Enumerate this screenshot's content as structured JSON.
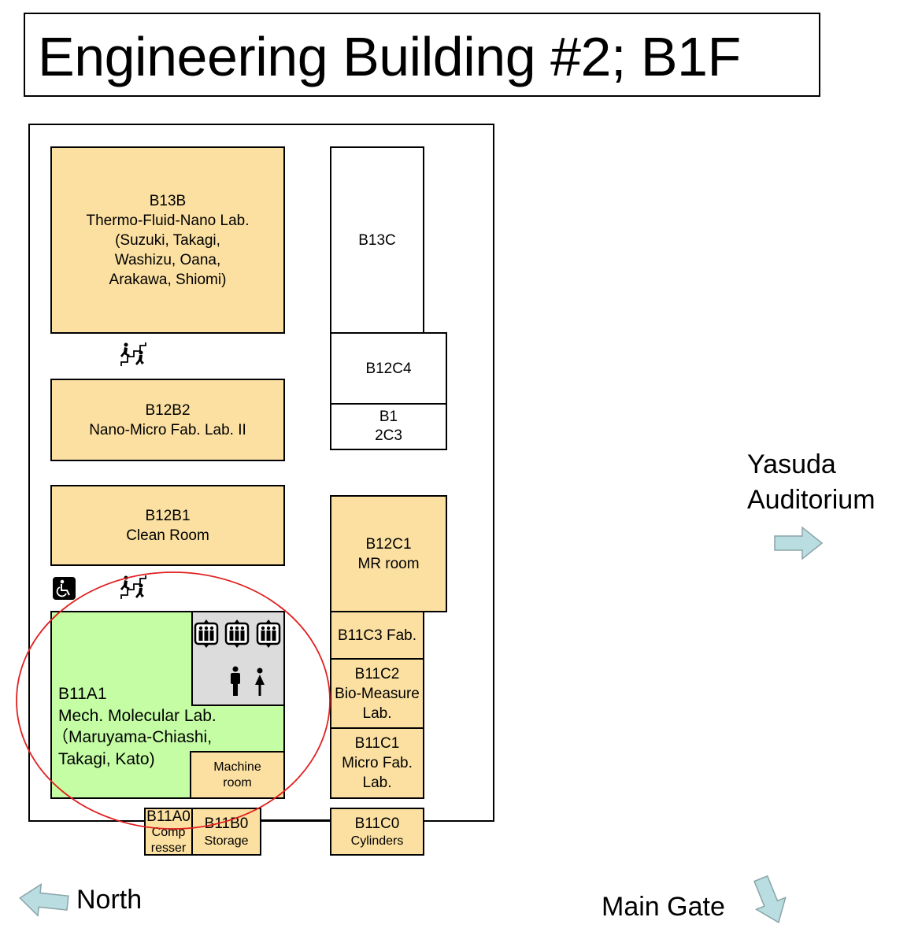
{
  "title": "Engineering Building #2; B1F",
  "colors": {
    "lab_fill": "#fbe0a1",
    "highlight_fill": "#c4fda4",
    "service_fill": "#dcdcdc",
    "highlight_circle": "#e02020",
    "arrow_fill": "#b9dde0"
  },
  "rooms": {
    "b13b": {
      "id": "B13B",
      "lines": [
        "Thermo-Fluid-Nano Lab.",
        "(Suzuki, Takagi,",
        "Washizu, Oana,",
        "Arakawa, Shiomi)"
      ]
    },
    "b13c": {
      "id": "B13C"
    },
    "b12c4": {
      "id": "B12C4"
    },
    "b12c3": {
      "lines": [
        "B1",
        "2C3"
      ]
    },
    "b12b2": {
      "id": "B12B2",
      "lines": [
        "Nano-Micro Fab. Lab. II"
      ]
    },
    "b12b1": {
      "id": "B12B1",
      "lines": [
        "Clean Room"
      ]
    },
    "b12c1": {
      "id": "B12C1",
      "lines": [
        "MR room"
      ]
    },
    "b11a1": {
      "id": "B11A1",
      "lines": [
        "Mech. Molecular Lab.",
        "（Maruyama-Chiashi,",
        "Takagi, Kato)"
      ]
    },
    "machine_room": {
      "lines": [
        "Machine",
        "room"
      ]
    },
    "b11c3": {
      "id": "B11C3 Fab."
    },
    "b11c2": {
      "id": "B11C2",
      "lines": [
        "Bio-Measure",
        "Lab."
      ]
    },
    "b11c1": {
      "id": "B11C1",
      "lines": [
        "Micro Fab.",
        "Lab."
      ]
    },
    "b11a0": {
      "id": "B11A0",
      "lines": [
        "Comp",
        "resser"
      ]
    },
    "b11b0": {
      "id": "B11B0",
      "lines": [
        "Storage"
      ]
    },
    "b11c0": {
      "id": "B11C0",
      "lines": [
        "Cylinders"
      ]
    }
  },
  "icons": {
    "stairs_upper": "stairs-icon",
    "stairs_lower": "stairs-icon",
    "accessible": "wheelchair-icon",
    "elevators": [
      "elevator-icon",
      "elevator-icon",
      "elevator-icon"
    ],
    "restroom_male": "male-restroom-icon",
    "restroom_female": "female-restroom-icon"
  },
  "directions": {
    "yasuda": {
      "lines": [
        "Yasuda",
        "Auditorium"
      ],
      "arrow": "right"
    },
    "north": {
      "label": "North",
      "arrow": "left"
    },
    "main_gate": {
      "label": "Main Gate",
      "arrow": "down"
    }
  }
}
